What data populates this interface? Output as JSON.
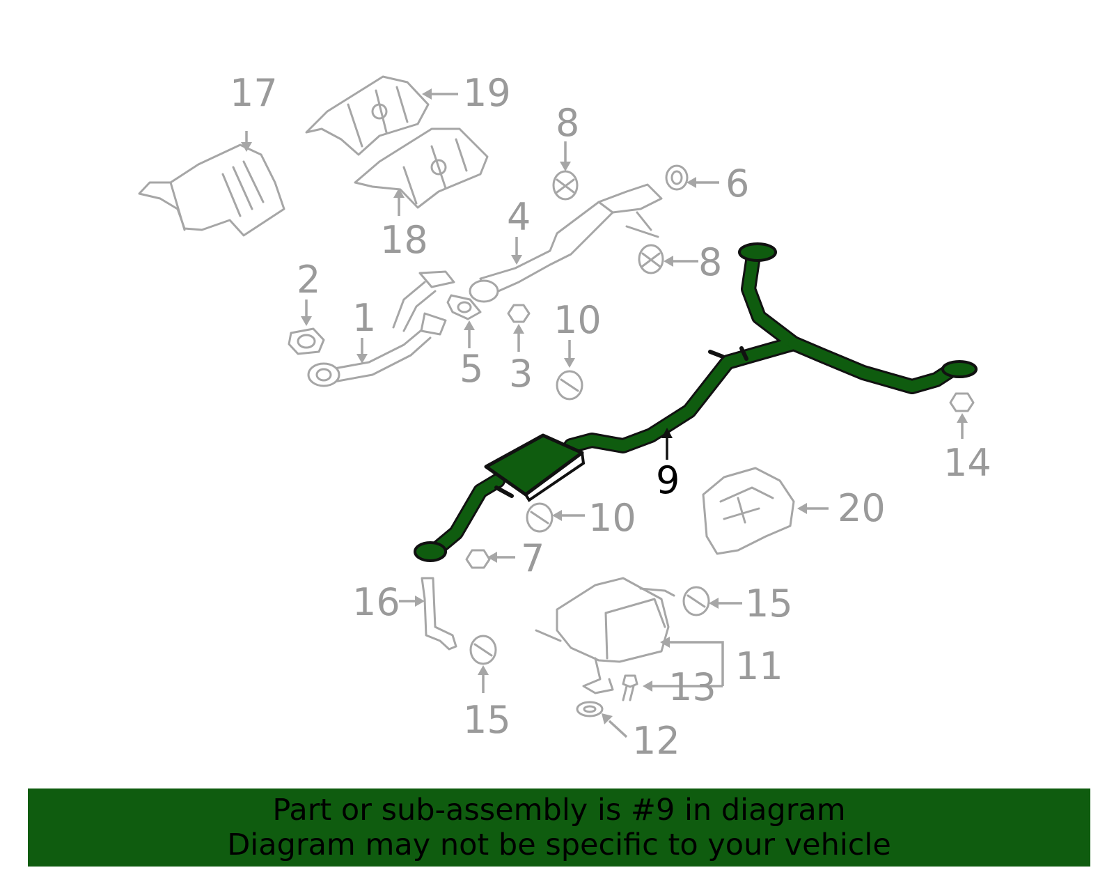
{
  "colors": {
    "highlight": "#0f5c0f",
    "parts": "#a6a6a6",
    "banner": "#0f5c0f"
  },
  "highlighted_part": "9",
  "callouts": {
    "c17": "17",
    "c19": "19",
    "c8a": "8",
    "c6": "6",
    "c18": "18",
    "c4": "4",
    "c8b": "8",
    "c2": "2",
    "c1": "1",
    "c10a": "10",
    "c5": "5",
    "c3": "3",
    "c9": "9",
    "c14": "14",
    "c10b": "10",
    "c20": "20",
    "c7": "7",
    "c16": "16",
    "c15a": "15",
    "c11": "11",
    "c13": "13",
    "c15b": "15",
    "c12": "12"
  },
  "banner": {
    "line1": "Part or sub-assembly is #9 in diagram",
    "line2": "Diagram may not be specific to your vehicle"
  }
}
